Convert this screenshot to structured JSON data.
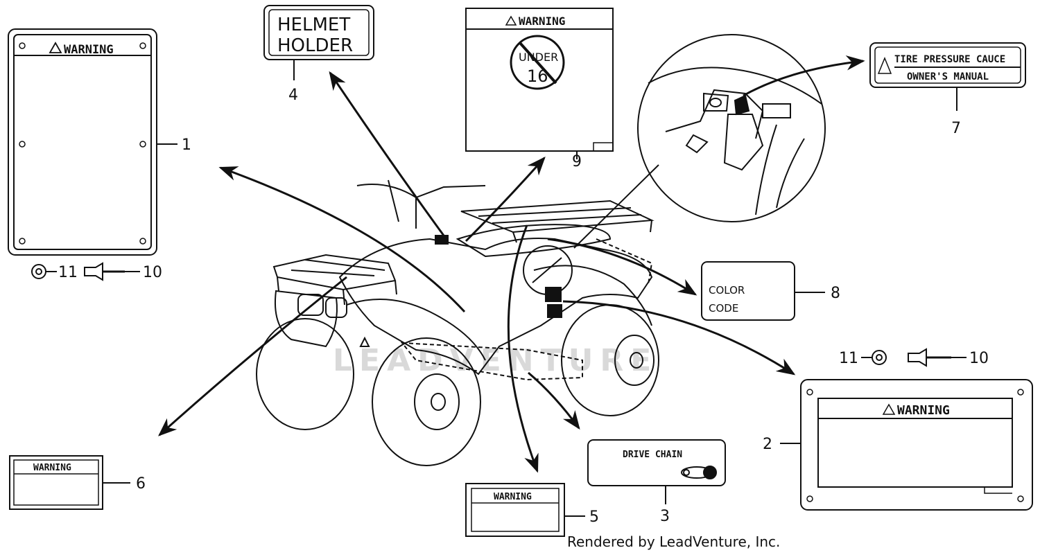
{
  "labels": {
    "warning_1": "WARNING",
    "helmet_line1": "HELMET",
    "helmet_line2": "HOLDER",
    "warning_9": "WARNING",
    "under_16_line1": "UNDER",
    "under_16_line2": "16",
    "tire_pressure": "TIRE PRESSURE CAUCE",
    "owners_manual": "OWNER'S MANUAL",
    "color_line1": "COLOR",
    "color_line2": "CODE",
    "warning_2": "WARNING",
    "drive_chain": "DRIVE CHAIN",
    "warning_5": "WARNING",
    "warning_6": "WARNING"
  },
  "callouts": {
    "n1": "1",
    "n2": "2",
    "n3": "3",
    "n4": "4",
    "n5": "5",
    "n6": "6",
    "n7": "7",
    "n8": "8",
    "n9": "9",
    "n10_left": "10",
    "n11_left": "11",
    "n10_right": "10",
    "n11_right": "11"
  },
  "watermark": "LEADVENTURE",
  "footer": "Rendered by LeadVenture, Inc."
}
